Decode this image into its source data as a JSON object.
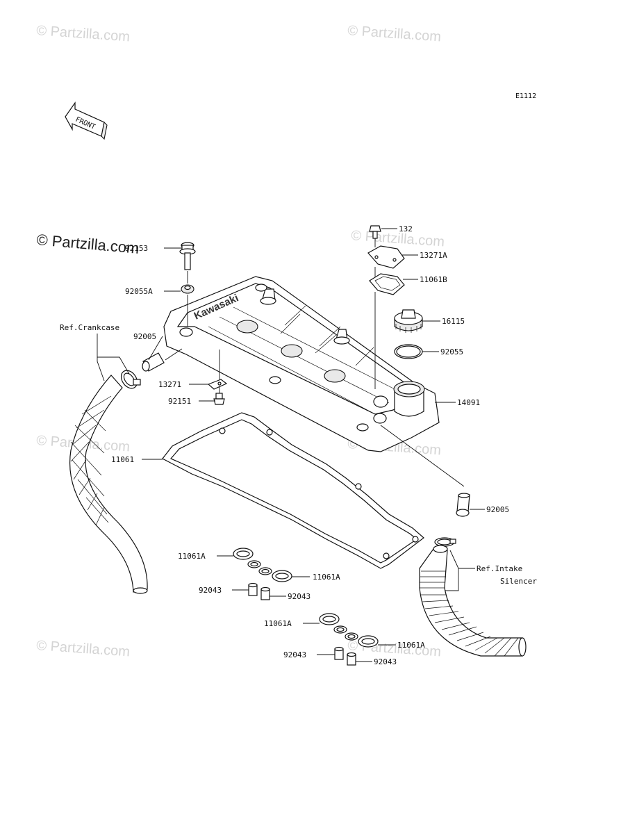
{
  "diagram_code": "E1112",
  "front_arrow_text": "FRONT",
  "watermarks": [
    "© Partzilla.com",
    "© Partzilla.com",
    "© Partzilla.com",
    "© Partzilla.com",
    "© Partzilla.com",
    "© Partzilla.com",
    "© Partzilla.com"
  ],
  "main_watermark": "© Partzilla.com",
  "brand_text": "Kawasaki",
  "references": {
    "crankcase": "Ref.Crankcase",
    "intake_line1": "Ref.Intake",
    "intake_line2": "Silencer"
  },
  "callouts": [
    "92153",
    "92055A",
    "92005",
    "13271",
    "92151",
    "11061",
    "132",
    "13271A",
    "11061B",
    "16115",
    "92055",
    "14091",
    "92005",
    "11061A",
    "11061A",
    "92043",
    "92043",
    "11061A",
    "11061A",
    "92043",
    "92043"
  ]
}
